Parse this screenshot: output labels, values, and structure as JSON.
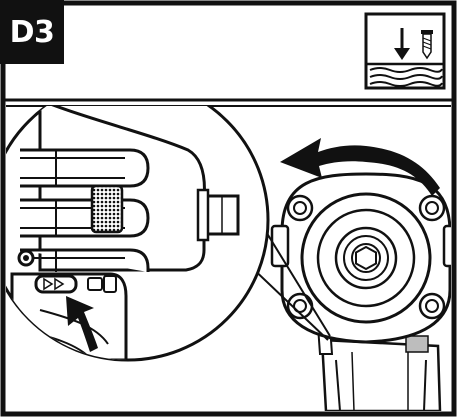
{
  "figure": {
    "label": "D3"
  },
  "icons": {
    "header": "surface-mount-screw-icon",
    "rotation": "counterclockwise-rotation-arrow",
    "pointer": "pointer-arrow",
    "direction_button": "forward-reverse-button"
  },
  "colors": {
    "ink": "#111111",
    "paper": "#ffffff",
    "shade": "#bdbdbd"
  }
}
